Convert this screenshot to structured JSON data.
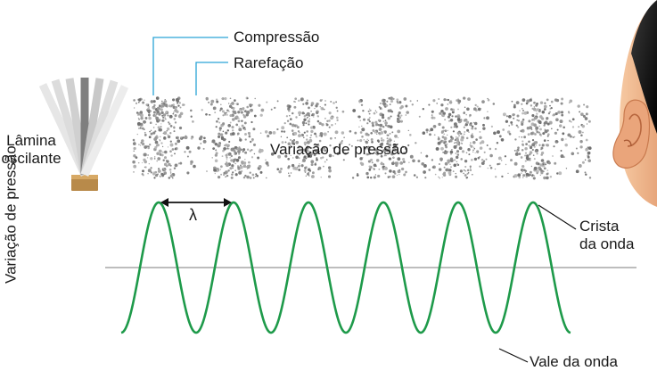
{
  "labels": {
    "compression": "Compressão",
    "rarefaction": "Rarefação",
    "blade_line1": "Lâmina",
    "blade_line2": "oscilante",
    "medium": "Variação de pressão",
    "y_axis": "Variação de pressão",
    "wavelength": "λ",
    "crest_line1": "Crista",
    "crest_line2": "da onda",
    "trough": "Vale da onda"
  },
  "colors": {
    "wave": "#1e9a4a",
    "pointer": "#2aa3d6",
    "baseline": "#bdbdbd",
    "particles": "#8c8c8c",
    "skin": "#f0b98e",
    "hair": "#1b1b1b",
    "base": "#b88a4a"
  },
  "icons": [
    "oscillating-blade-icon",
    "ear-icon"
  ],
  "chart_data": {
    "type": "line",
    "series": [
      {
        "shape": "sine",
        "cycles": 6
      }
    ]
  }
}
